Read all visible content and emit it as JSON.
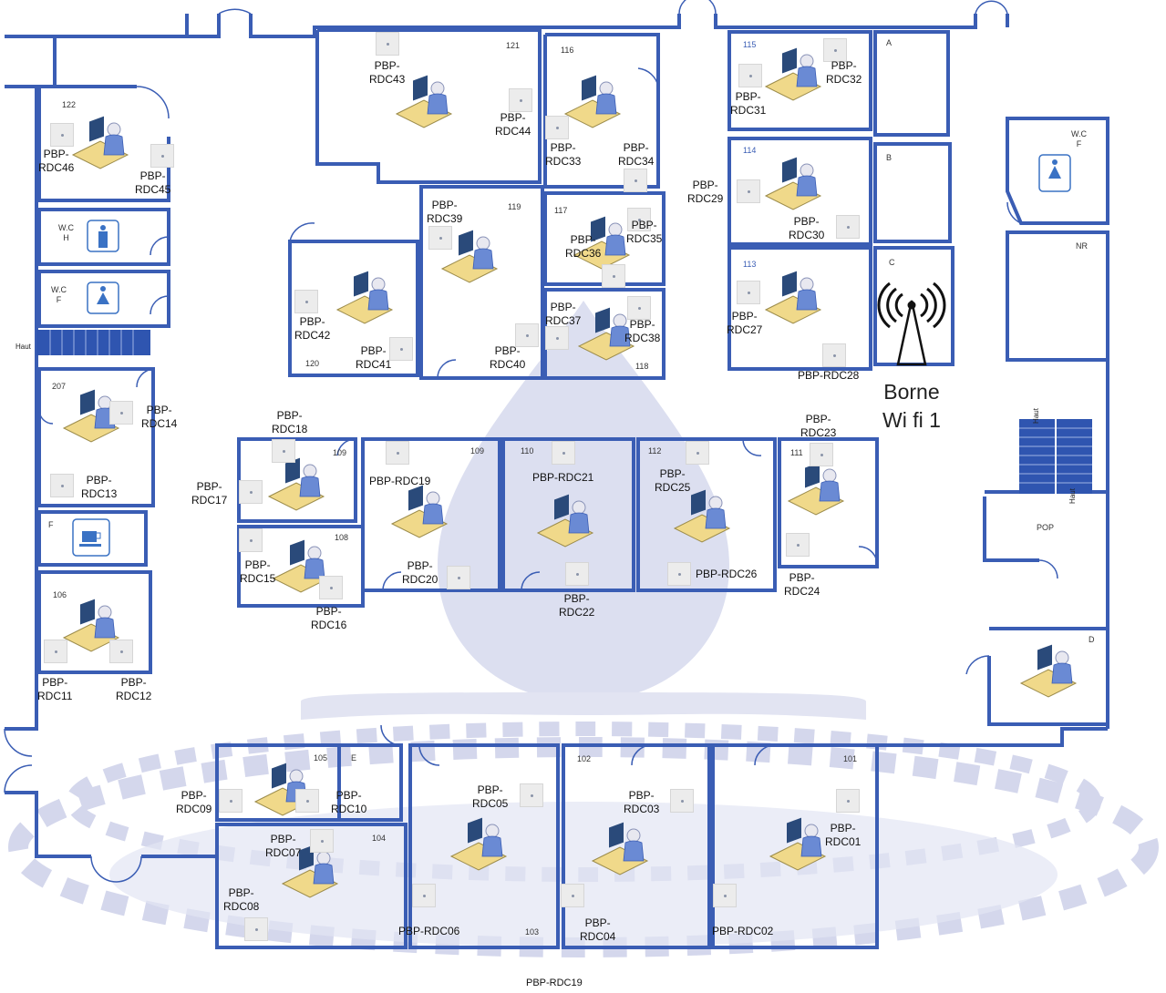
{
  "plan": {
    "rooms": [
      {
        "id": "122",
        "text": "122"
      },
      {
        "id": "121",
        "text": "121"
      },
      {
        "id": "116",
        "text": "116"
      },
      {
        "id": "115",
        "text": "115"
      },
      {
        "id": "A",
        "text": "A"
      },
      {
        "id": "114",
        "text": "114"
      },
      {
        "id": "B",
        "text": "B"
      },
      {
        "id": "113",
        "text": "113"
      },
      {
        "id": "C",
        "text": "C"
      },
      {
        "id": "119",
        "text": "119"
      },
      {
        "id": "117",
        "text": "117"
      },
      {
        "id": "118",
        "text": "118"
      },
      {
        "id": "120",
        "text": "120"
      },
      {
        "id": "207",
        "text": "207"
      },
      {
        "id": "109a",
        "text": "109"
      },
      {
        "id": "109b",
        "text": "109"
      },
      {
        "id": "110",
        "text": "110"
      },
      {
        "id": "112",
        "text": "112"
      },
      {
        "id": "111",
        "text": "111"
      },
      {
        "id": "108",
        "text": "108"
      },
      {
        "id": "106",
        "text": "106"
      },
      {
        "id": "F",
        "text": "F"
      },
      {
        "id": "NR",
        "text": "NR"
      },
      {
        "id": "POP",
        "text": "POP"
      },
      {
        "id": "D",
        "text": "D"
      },
      {
        "id": "105",
        "text": "105"
      },
      {
        "id": "E",
        "text": "E"
      },
      {
        "id": "104",
        "text": "104"
      },
      {
        "id": "103",
        "text": "103"
      },
      {
        "id": "102",
        "text": "102"
      },
      {
        "id": "101",
        "text": "101"
      },
      {
        "id": "wch",
        "text": "W.C\nH"
      },
      {
        "id": "wcf",
        "text": "W.C\nF"
      },
      {
        "id": "wcf2",
        "text": "W.C\nF"
      }
    ],
    "access_points": [
      {
        "id": "46",
        "text": "PBP-\nRDC46"
      },
      {
        "id": "45",
        "text": "PBP-\nRDC45"
      },
      {
        "id": "43",
        "text": "PBP-\nRDC43"
      },
      {
        "id": "44",
        "text": "PBP-\nRDC44"
      },
      {
        "id": "33",
        "text": "PBP-\nRDC33"
      },
      {
        "id": "34",
        "text": "PBP-\nRDC34"
      },
      {
        "id": "31",
        "text": "PBP-\nRDC31"
      },
      {
        "id": "32",
        "text": "PBP-\nRDC32"
      },
      {
        "id": "29",
        "text": "PBP-\nRDC29"
      },
      {
        "id": "30",
        "text": "PBP-\nRDC30"
      },
      {
        "id": "39",
        "text": "PBP-\nRDC39"
      },
      {
        "id": "35",
        "text": "PBP-\nRDC35"
      },
      {
        "id": "36",
        "text": "PBP-\nRDC36"
      },
      {
        "id": "37",
        "text": "PBP-\nRDC37"
      },
      {
        "id": "38",
        "text": "PBP-\nRDC38"
      },
      {
        "id": "42",
        "text": "PBP-\nRDC42"
      },
      {
        "id": "41",
        "text": "PBP-\nRDC41"
      },
      {
        "id": "40",
        "text": "PBP-\nRDC40"
      },
      {
        "id": "27",
        "text": "PBP-\nRDC27"
      },
      {
        "id": "28",
        "text": "PBP-RDC28"
      },
      {
        "id": "14",
        "text": "PBP-\nRDC14"
      },
      {
        "id": "13",
        "text": "PBP-\nRDC13"
      },
      {
        "id": "18",
        "text": "PBP-\nRDC18"
      },
      {
        "id": "17",
        "text": "PBP-\nRDC17"
      },
      {
        "id": "19",
        "text": "PBP-RDC19"
      },
      {
        "id": "21",
        "text": "PBP-RDC21"
      },
      {
        "id": "25",
        "text": "PBP-\nRDC25"
      },
      {
        "id": "23",
        "text": "PBP-\nRDC23"
      },
      {
        "id": "15",
        "text": "PBP-\nRDC15"
      },
      {
        "id": "16",
        "text": "PBP-\nRDC16"
      },
      {
        "id": "20",
        "text": "PBP-\nRDC20"
      },
      {
        "id": "22",
        "text": "PBP-\nRDC22"
      },
      {
        "id": "26",
        "text": "PBP-RDC26"
      },
      {
        "id": "24",
        "text": "PBP-\nRDC24"
      },
      {
        "id": "11",
        "text": "PBP-\nRDC11"
      },
      {
        "id": "12",
        "text": "PBP-\nRDC12"
      },
      {
        "id": "09",
        "text": "PBP-\nRDC09"
      },
      {
        "id": "10",
        "text": "PBP-\nRDC10"
      },
      {
        "id": "05",
        "text": "PBP-\nRDC05"
      },
      {
        "id": "03",
        "text": "PBP-\nRDC03"
      },
      {
        "id": "07",
        "text": "PBP-\nRDC07"
      },
      {
        "id": "01",
        "text": "PBP-\nRDC01"
      },
      {
        "id": "08",
        "text": "PBP-\nRDC08"
      },
      {
        "id": "06",
        "text": "PBP-RDC06"
      },
      {
        "id": "04",
        "text": "PBP-\nRDC04"
      },
      {
        "id": "02",
        "text": "PBP-RDC02"
      },
      {
        "id": "19b",
        "text": "PBP-RDC19"
      }
    ],
    "stairs": {
      "haut_left": "Haut",
      "haut_right_a": "Haut",
      "haut_right_b": "Haut"
    },
    "wifi": {
      "label": "Borne\nWi fi 1",
      "icon": "antenna-icon"
    },
    "icons": [
      "workstation-icon",
      "female-restroom-icon",
      "male-restroom-icon",
      "coffee-icon",
      "access-point-icon"
    ],
    "colors": {
      "wall": "#3a5db4",
      "watermark": "#d9dcef",
      "ap_box": "#ececec"
    }
  }
}
